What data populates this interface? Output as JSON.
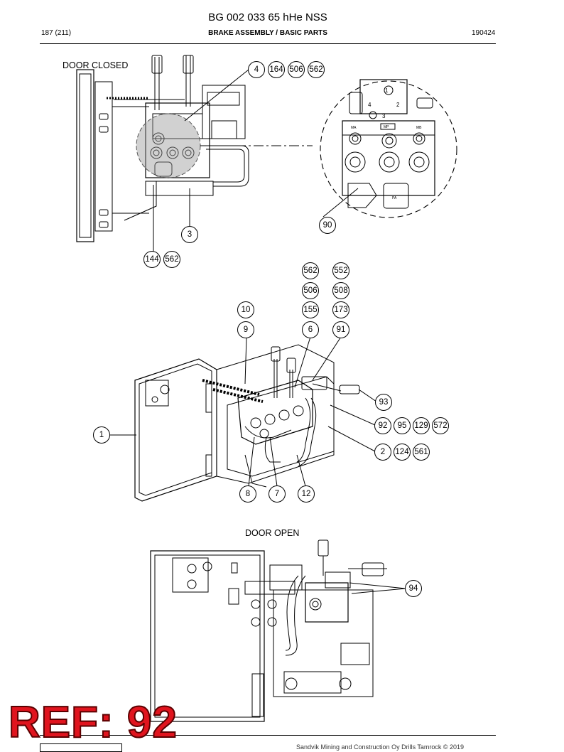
{
  "header": {
    "title": "BG 002 033 65 hHe NSS",
    "page": "187 (211)",
    "section": "BRAKE ASSEMBLY / BASIC PARTS",
    "doc_number": "190424"
  },
  "views": {
    "door_closed": "DOOR CLOSED",
    "door_open": "DOOR OPEN"
  },
  "callouts": {
    "c4": "4",
    "c164": "164",
    "c506a": "506",
    "c562a": "562",
    "c90": "90",
    "c3": "3",
    "c144": "144",
    "c562b": "562",
    "c562c": "562",
    "c552": "552",
    "c506b": "506",
    "c508": "508",
    "c10": "10",
    "c155": "155",
    "c173": "173",
    "c9": "9",
    "c6": "6",
    "c91": "91",
    "c93": "93",
    "c1": "1",
    "c92": "92",
    "c95": "95",
    "c129": "129",
    "c572": "572",
    "c2": "2",
    "c124": "124",
    "c561": "561",
    "c8": "8",
    "c7": "7",
    "c12": "12",
    "c94": "94"
  },
  "detail_labels": {
    "port1": "1",
    "port2": "2",
    "port3": "3",
    "port4": "4",
    "ma": "MA",
    "mp": "MP",
    "mb": "MB",
    "pa": "PA"
  },
  "footer": {
    "ref_stamp": "REF: 92",
    "copyright": "Sandvik Mining and Construction Oy Drills Tamrock © 2019"
  },
  "colors": {
    "stamp": "#e0141e",
    "highlight": "#9a9a9a"
  }
}
